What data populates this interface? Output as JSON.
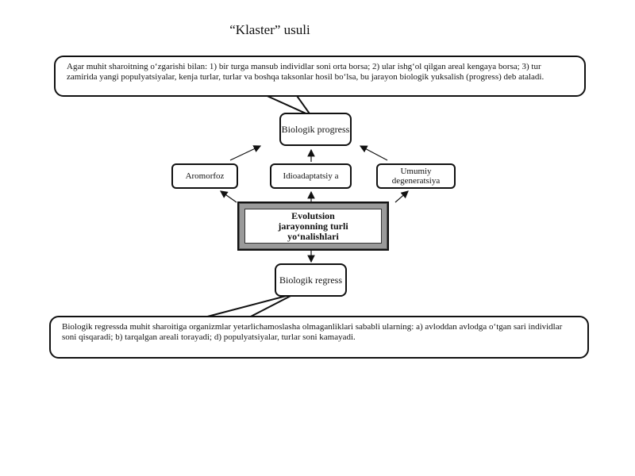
{
  "title": "“Klaster” usuli",
  "top_callout": {
    "text": "Agar muhit sharoitning o‘zgarishi bilan: 1) bir turga mansub individlar soni orta borsa; 2) ular ishg‘ol qilgan areal kengaya borsa; 3) tur zamirida yangi populyatsiyalar, kenja turlar, turlar va boshqa taksonlar hosil bo‘lsa, bu jarayon biologik yuksalish (progress) deb ataladi."
  },
  "nodes": {
    "progress": "Biologik progress",
    "aromorfoz": "Aromorfoz",
    "idioadaptatsiya": "Idioadaptatsiy a",
    "degeneratsiya": "Umumiy degeneratsiya",
    "center": "Evolutsion jarayonning turli yo‘nalishlari",
    "regress": "Biologik regress"
  },
  "bottom_callout": {
    "text": "Biologik regressda muhit sharoitiga organizmlar yetarlichamoslasha olmaganliklari sababli ularning: a) avloddan avlodga o‘tgan sari individlar soni qisqaradi; b) tarqalgan areali torayadi; d) populyatsiyalar, turlar soni kamayadi."
  }
}
